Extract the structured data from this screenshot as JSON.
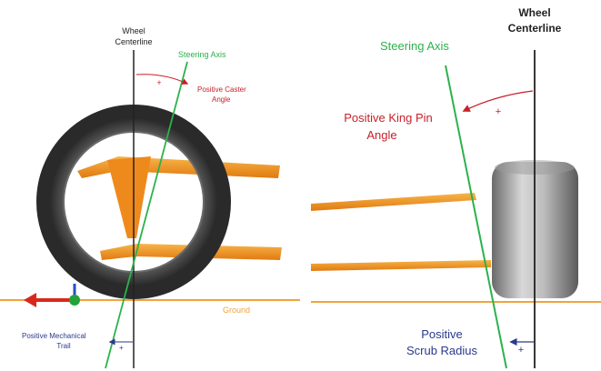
{
  "left_panel": {
    "wheel_centerline_line1": "Wheel",
    "wheel_centerline_line2": "Centerline",
    "steering_axis": "Steering Axis",
    "caster_sign": "+",
    "caster_label_line1": "Positive Caster",
    "caster_label_line2": "Angle",
    "ground": "Ground",
    "trail_label_line1": "Positive Mechanical",
    "trail_label_line2": "Trail",
    "trail_sign": "+"
  },
  "right_panel": {
    "wheel_centerline_line1": "Wheel",
    "wheel_centerline_line2": "Centerline",
    "steering_axis": "Steering Axis",
    "kingpin_sign": "+",
    "kingpin_label_line1": "Positive King Pin",
    "kingpin_label_line2": "Angle",
    "scrub_label_line1": "Positive",
    "scrub_label_line2": "Scrub Radius",
    "scrub_sign": "+"
  },
  "colors": {
    "steering_axis": "#2bb24c",
    "ground": "#f0a43c",
    "arms": "#f08c1e",
    "annotation_red": "#c8202a",
    "annotation_blue": "#2a3a8c",
    "tire": "#333333"
  }
}
